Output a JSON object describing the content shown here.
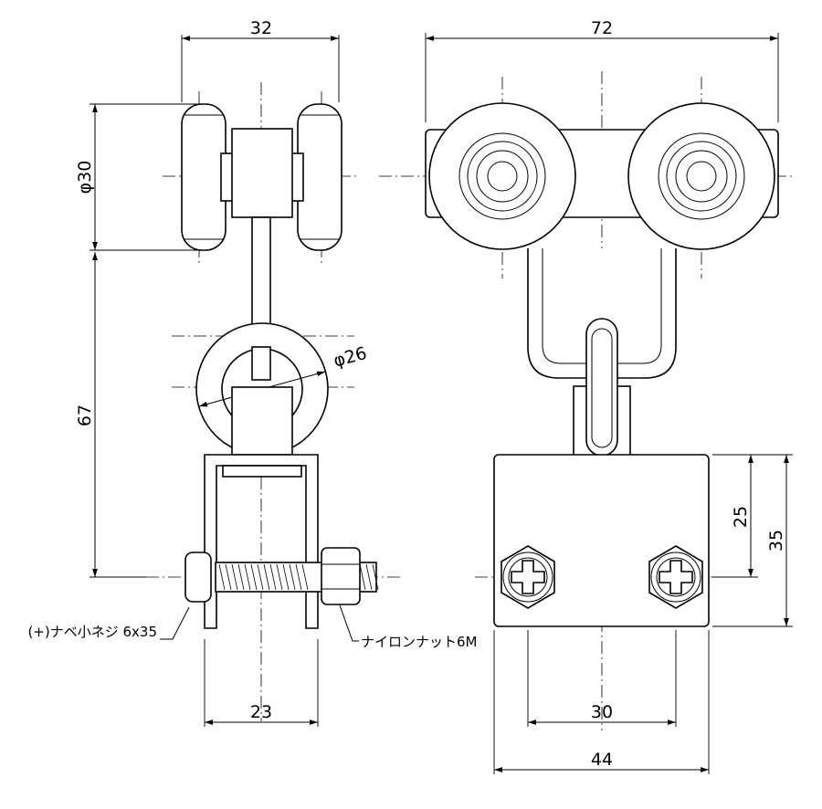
{
  "dimensions": {
    "side_width": "32",
    "wheel_diameter": "φ30",
    "ring_diameter": "φ26",
    "overall_height": "67",
    "bracket_width": "23",
    "front_width": "72",
    "block_upper_height": "25",
    "block_height": "35",
    "bolt_spacing": "30",
    "block_width": "44"
  },
  "notes": {
    "screw": "(+)ナベ小ネジ 6x35",
    "nut": "ナイロンナット6M"
  },
  "colors": {
    "line": "#000000",
    "background": "#ffffff"
  }
}
